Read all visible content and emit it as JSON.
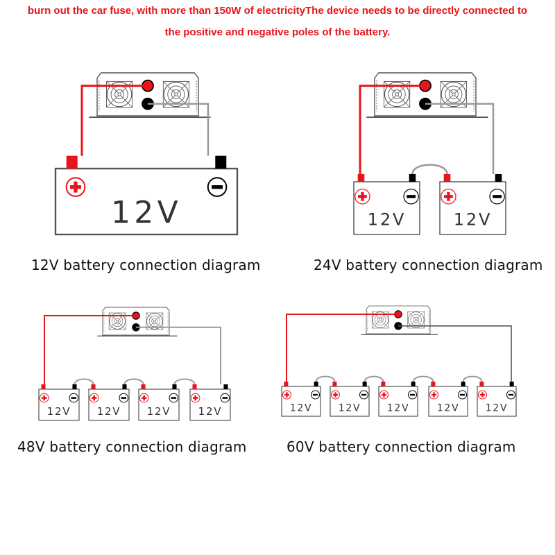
{
  "notice": {
    "line1": "burn out the car fuse, with more than 150W of electricityThe device needs to be directly connected to",
    "line2": "the positive and negative poles of the battery.",
    "color": "#e8141b"
  },
  "colors": {
    "positive": "#e8141b",
    "negative": "#000000",
    "wire_negative": "#999999",
    "outline": "#555555"
  },
  "battery_label": "12V",
  "diagrams": [
    {
      "caption": "12V battery connection diagram",
      "battery_count": 1
    },
    {
      "caption": "24V battery connection diagram",
      "battery_count": 2
    },
    {
      "caption": "48V battery connection diagram",
      "battery_count": 4
    },
    {
      "caption": "60V battery connection diagram",
      "battery_count": 5
    }
  ]
}
